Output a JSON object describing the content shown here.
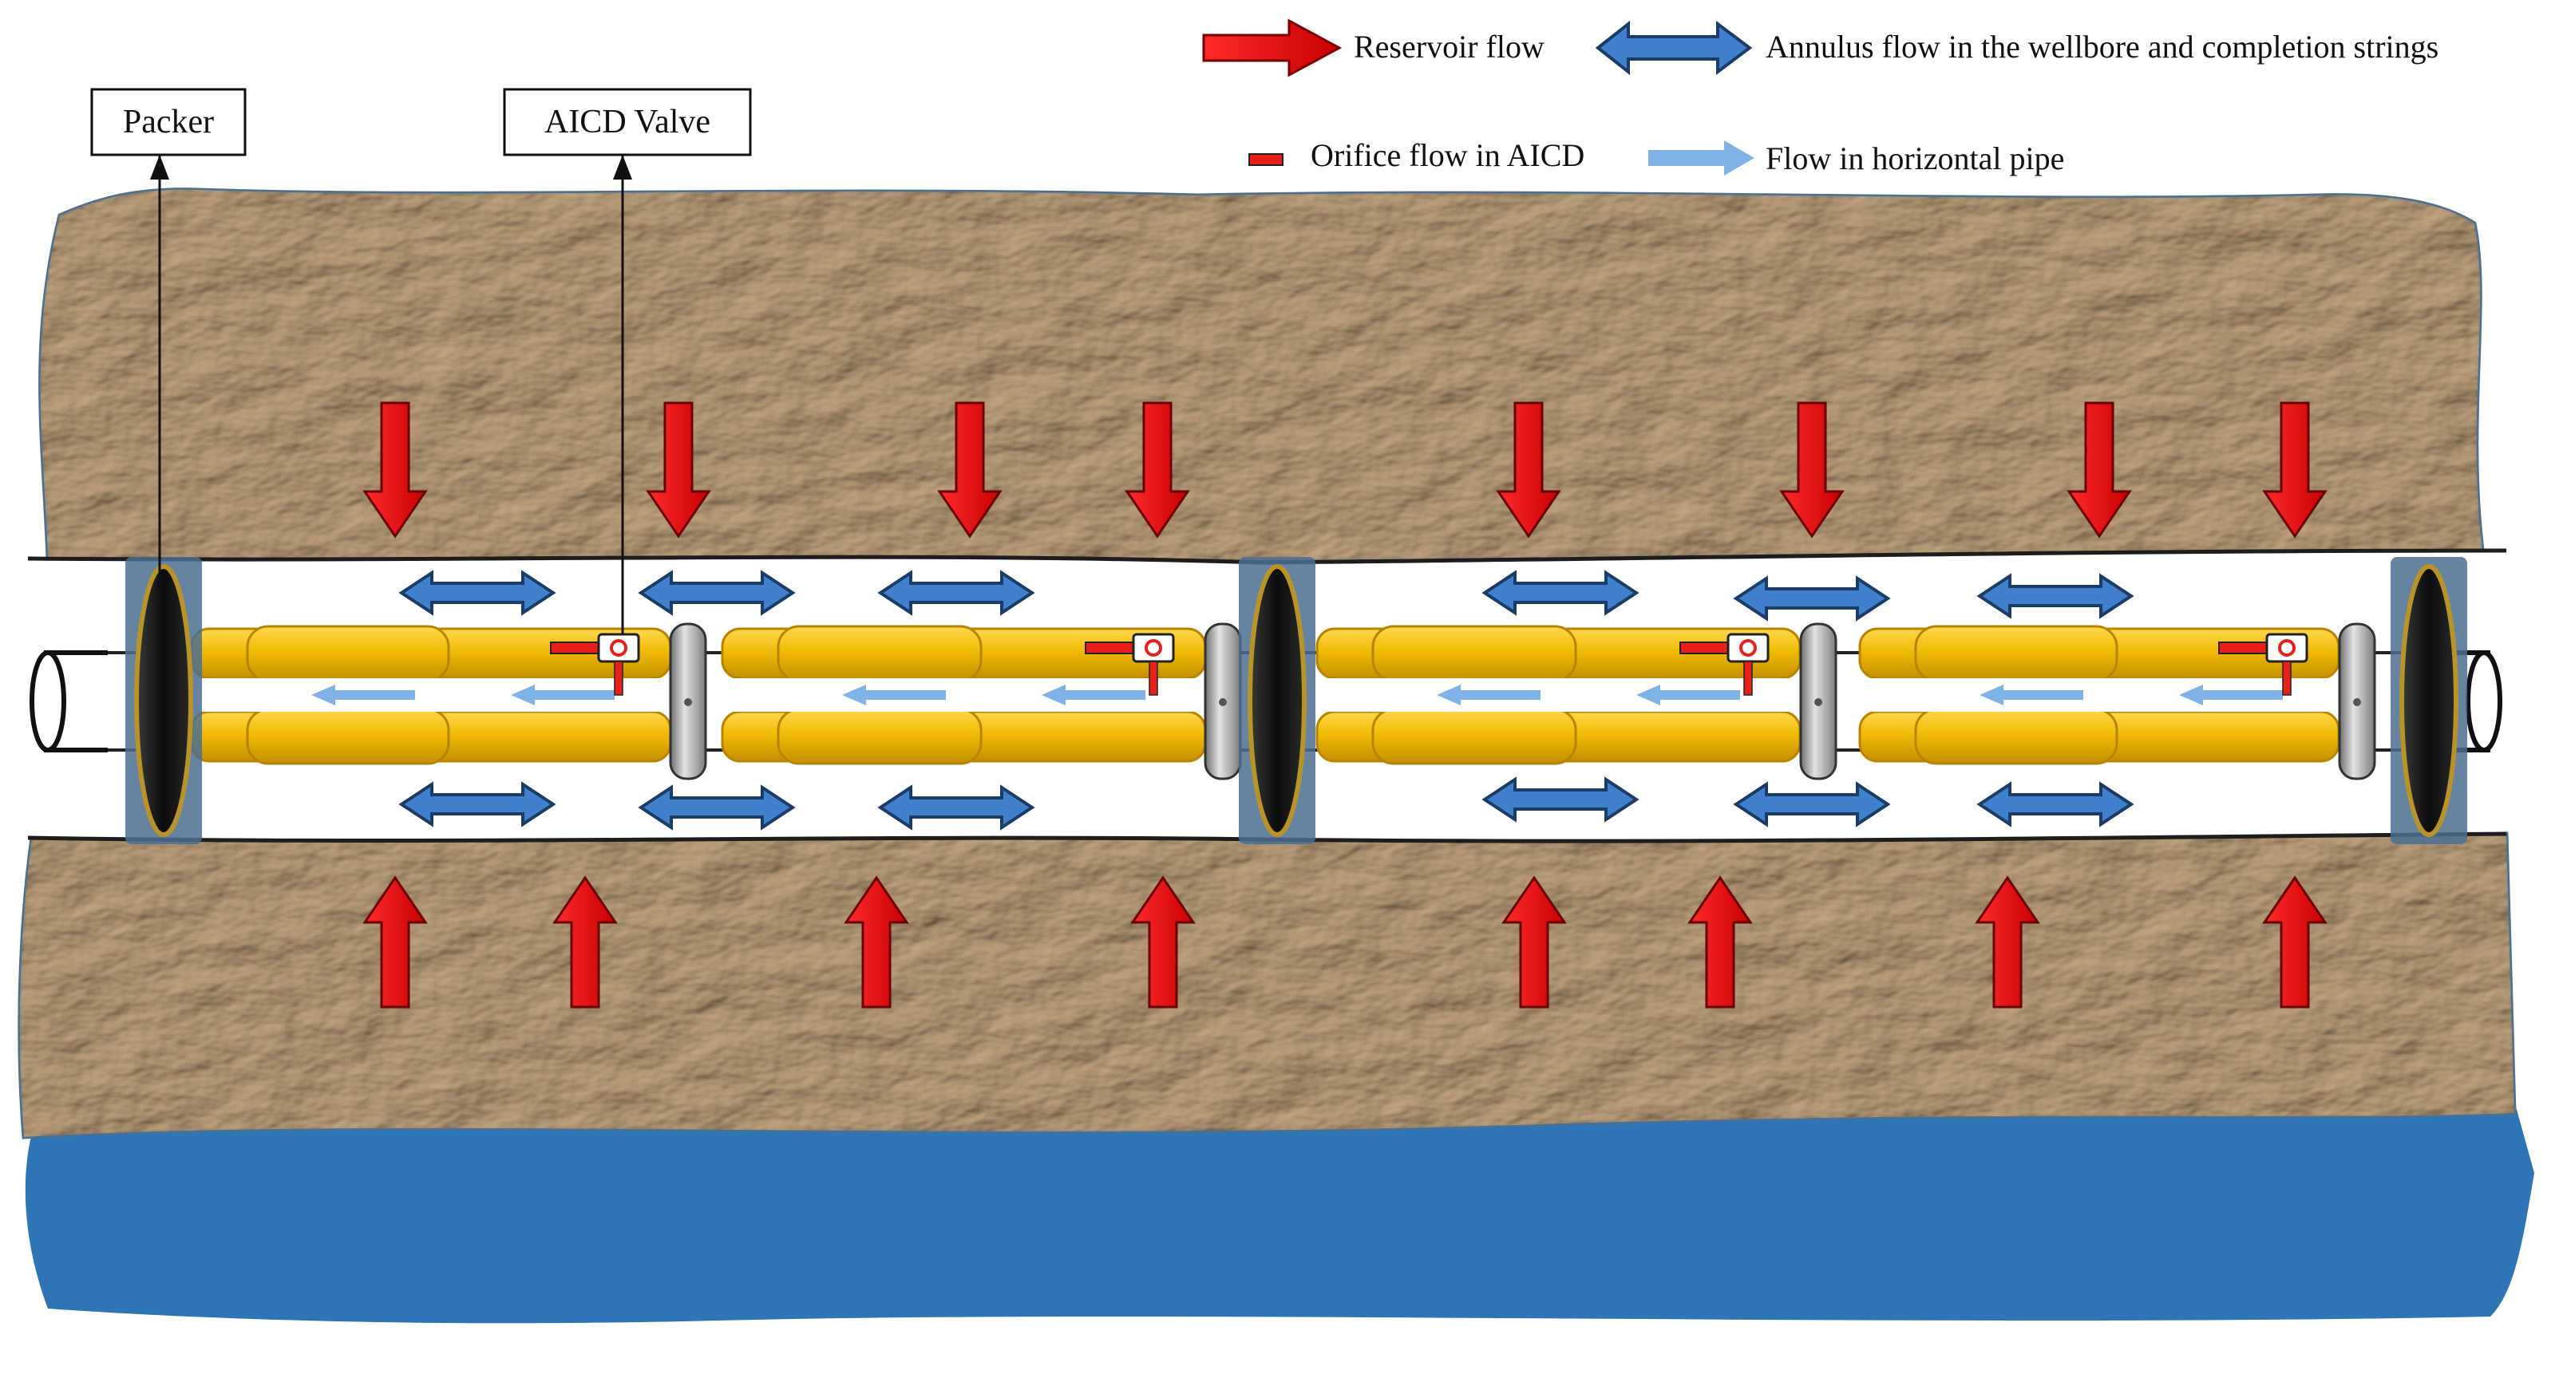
{
  "labels": {
    "packer": "Packer",
    "aicd_valve": "AICD Valve"
  },
  "legend": {
    "reservoir_flow": "Reservoir flow",
    "annulus_flow": "Annulus flow in the wellbore and completion strings",
    "orifice_flow": "Orifice flow in AICD",
    "horizontal_flow": "Flow in horizontal pipe"
  },
  "colors": {
    "rock": "#a48258",
    "rock_dark": "#6f5534",
    "rock_light": "#cdb089",
    "rock_outline": "#4e6f8e",
    "water": "#2e75b6",
    "wellbore": "#ffffff",
    "screen": "#f2bb06",
    "screen_dark": "#b88400",
    "packer": "#151515",
    "packer_rim": "#b9932a",
    "reservoir_arrow": "#ee0000",
    "annulus_arrow": "#3f7fcc",
    "orifice": "#e8201a",
    "horizontal_arrow": "#7fb2e6",
    "ring": "#a3a3a3"
  },
  "icons": {
    "reservoir_flow": "red-block-arrow",
    "annulus_flow": "blue-double-arrow",
    "orifice_flow": "red-dash",
    "horizontal_flow": "light-blue-arrow"
  }
}
